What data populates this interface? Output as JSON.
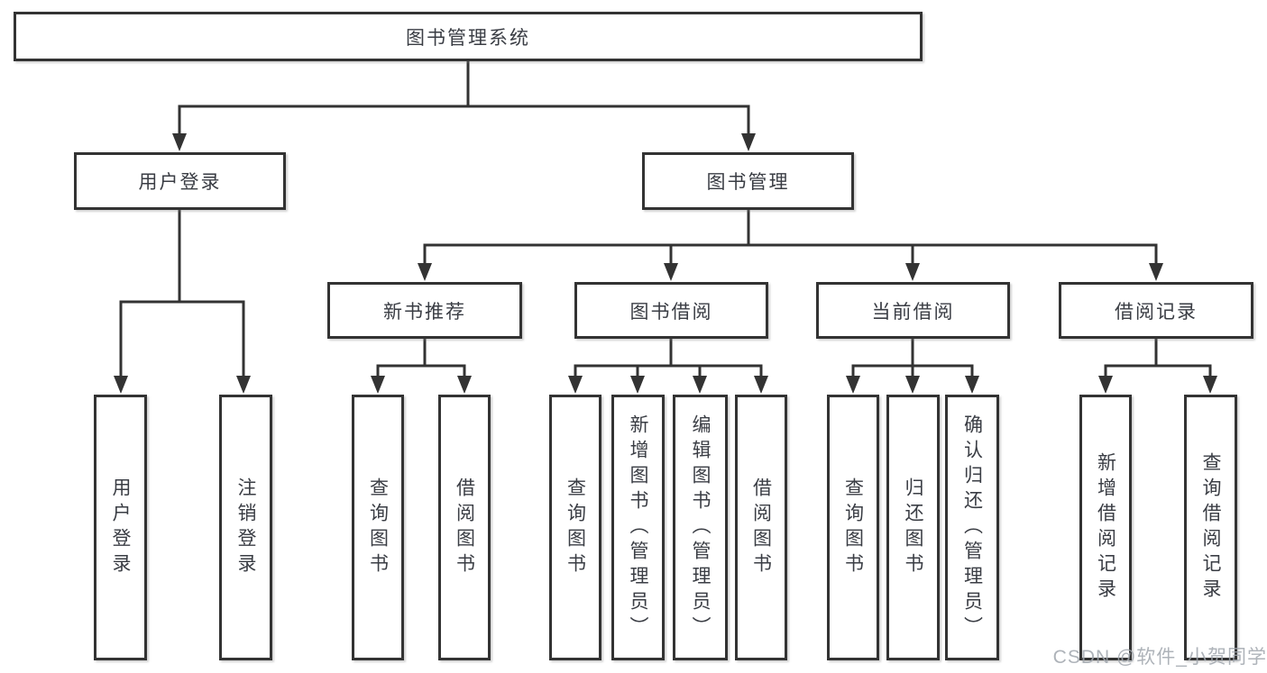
{
  "diagram": {
    "type": "tree-diagram",
    "watermark": "CSDN @软件_小贺同学",
    "colors": {
      "line": "#333333",
      "box_border": "#333333",
      "text": "#3a3d44",
      "watermark": "#a0a6ad",
      "background": "#ffffff"
    },
    "tree": {
      "label": "图书管理系统",
      "children": [
        {
          "label": "用户登录",
          "children": [
            {
              "label": "用户登录"
            },
            {
              "label": "注销登录"
            }
          ]
        },
        {
          "label": "图书管理",
          "children": [
            {
              "label": "新书推荐",
              "children": [
                {
                  "label": "查询图书"
                },
                {
                  "label": "借阅图书"
                }
              ]
            },
            {
              "label": "图书借阅",
              "children": [
                {
                  "label": "查询图书"
                },
                {
                  "label": "新增图书（管理员）"
                },
                {
                  "label": "编辑图书（管理员）"
                },
                {
                  "label": "借阅图书"
                }
              ]
            },
            {
              "label": "当前借阅",
              "children": [
                {
                  "label": "查询图书"
                },
                {
                  "label": "归还图书"
                },
                {
                  "label": "确认归还（管理员）"
                }
              ]
            },
            {
              "label": "借阅记录",
              "children": [
                {
                  "label": "新增借阅记录"
                },
                {
                  "label": "查询借阅记录"
                }
              ]
            }
          ]
        }
      ]
    }
  }
}
